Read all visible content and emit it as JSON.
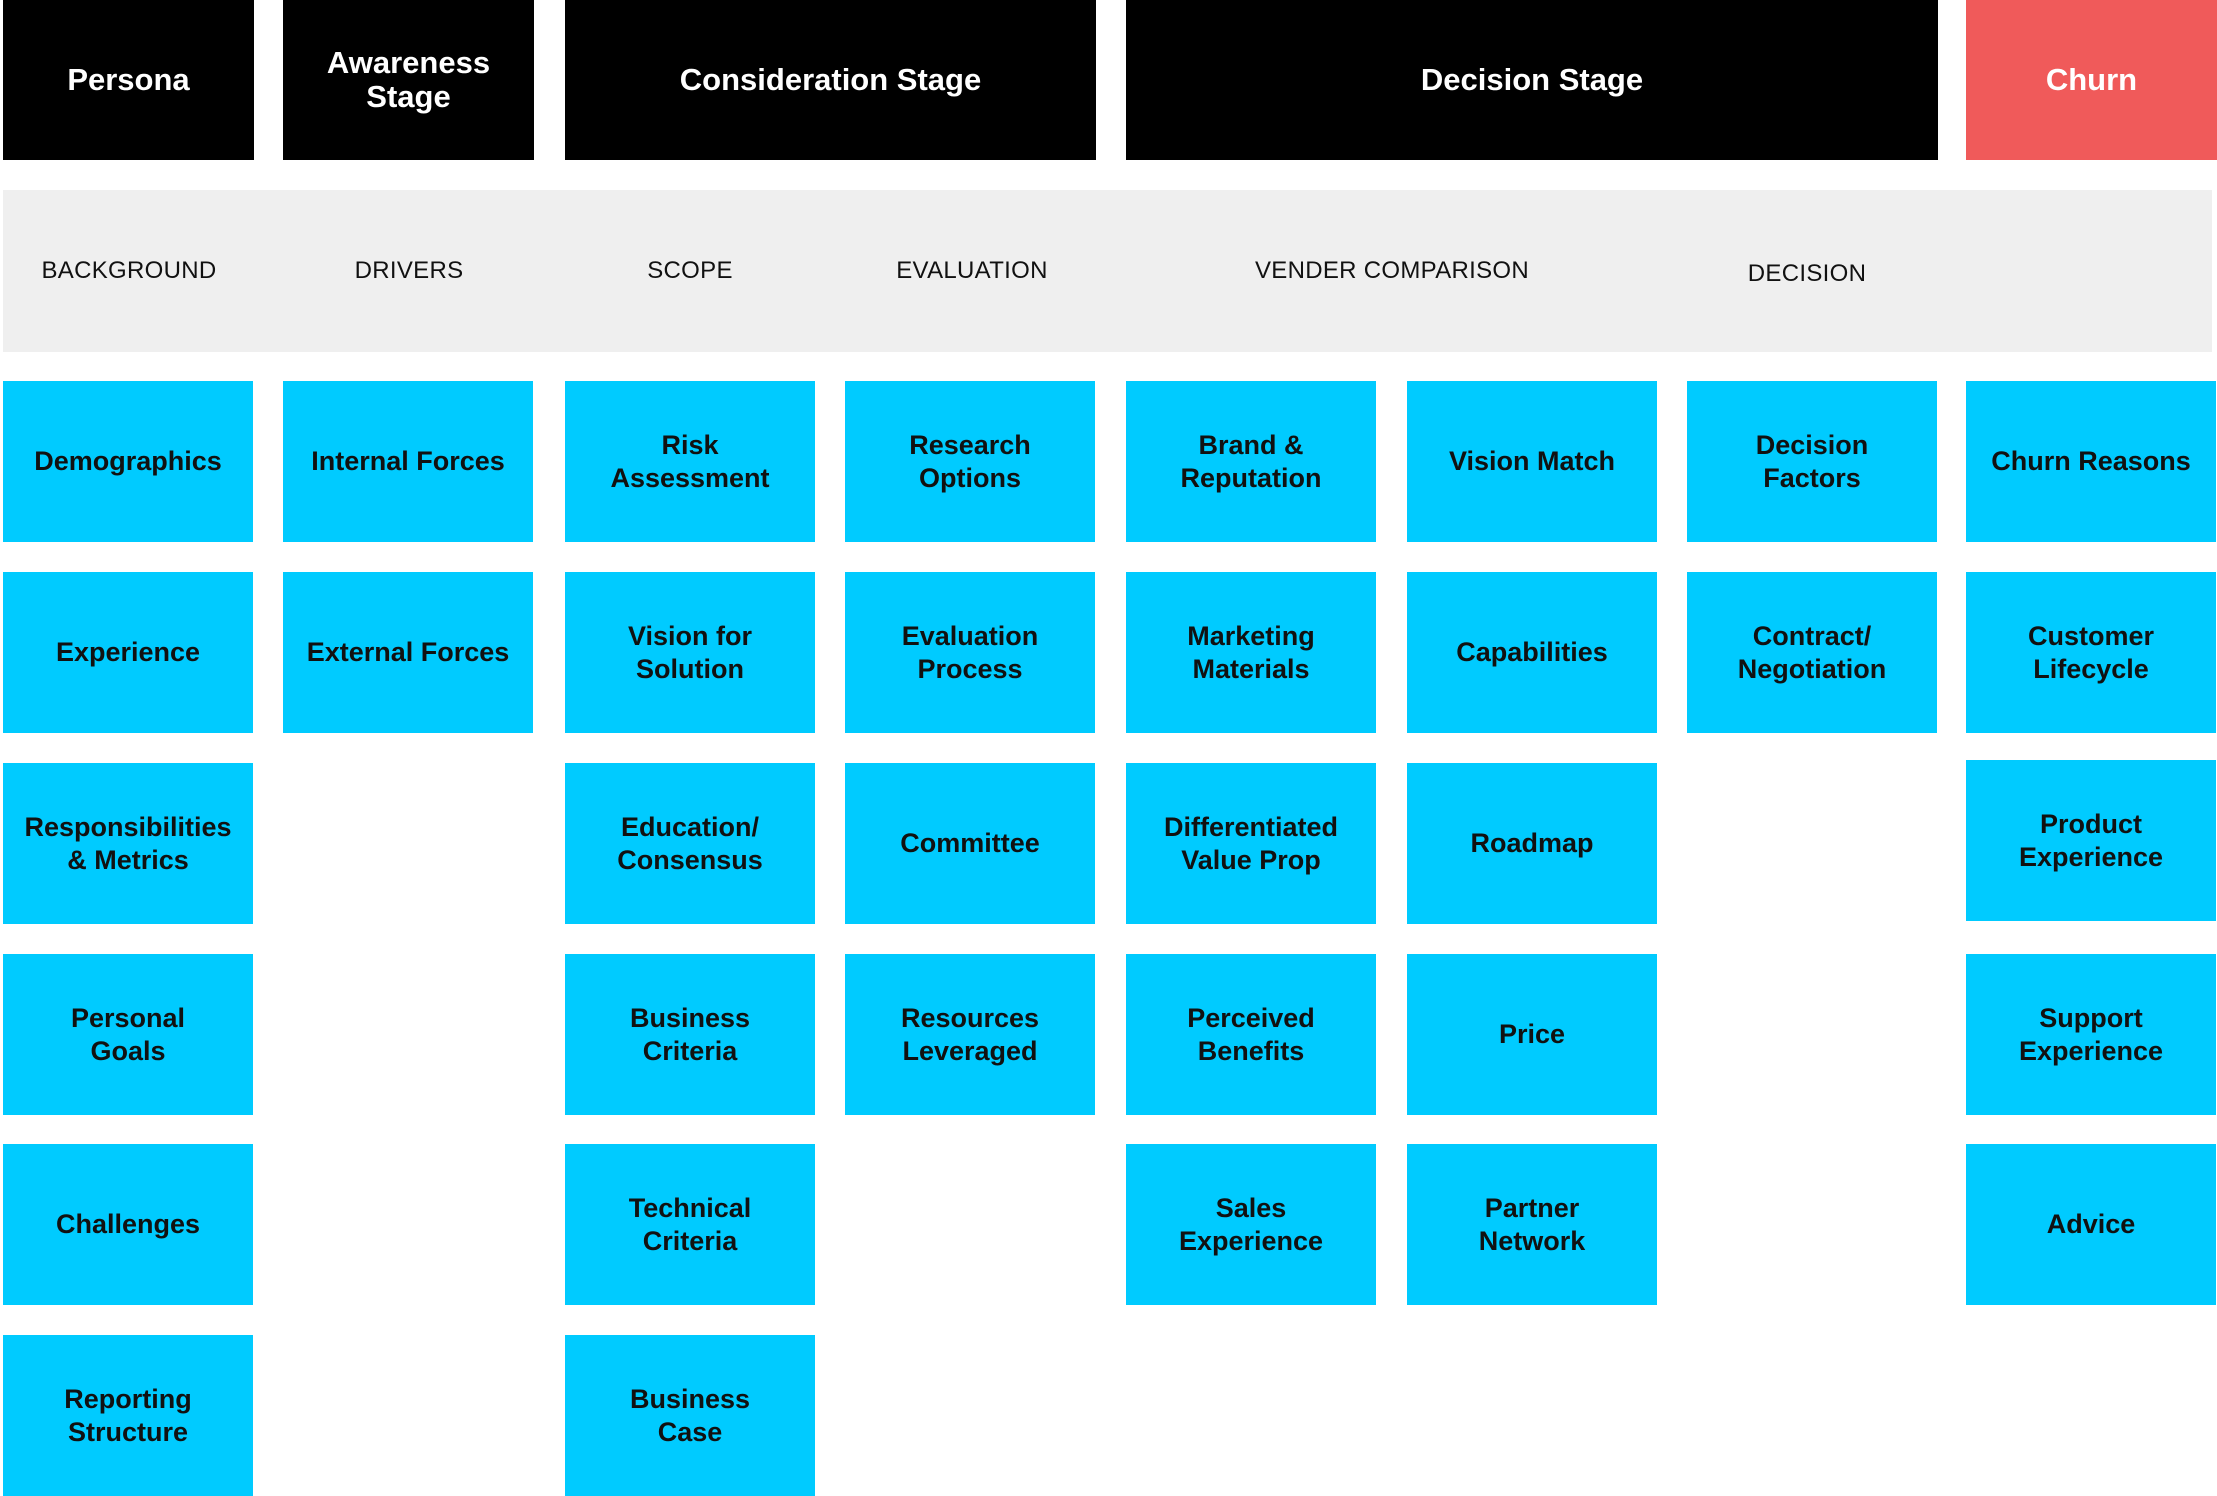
{
  "colors": {
    "stage_header": "#000000",
    "churn_header": "#f05a5a",
    "subheader_band": "#efefef",
    "card": "#00cbff",
    "card_text": "#111111"
  },
  "stages": {
    "persona": "Persona",
    "awareness": "Awareness\nStage",
    "consideration": "Consideration Stage",
    "decision": "Decision Stage",
    "churn": "Churn"
  },
  "subheaders": {
    "background": "BACKGROUND",
    "drivers": "DRIVERS",
    "scope": "SCOPE",
    "evaluation": "EVALUATION",
    "vender_comparison": "VENDER COMPARISON",
    "decision": "DECISION"
  },
  "columns": {
    "background": [
      "Demographics",
      "Experience",
      "Responsibilities\n& Metrics",
      "Personal\nGoals",
      "Challenges",
      "Reporting\nStructure"
    ],
    "drivers": [
      "Internal Forces",
      "External Forces"
    ],
    "scope": [
      "Risk\nAssessment",
      "Vision for\nSolution",
      "Education/\nConsensus",
      "Business\nCriteria",
      "Technical\nCriteria",
      "Business\nCase"
    ],
    "evaluation": [
      "Research\nOptions",
      "Evaluation\nProcess",
      "Committee",
      "Resources\nLeveraged"
    ],
    "vender_comparison_a": [
      "Brand &\nReputation",
      "Marketing\nMaterials",
      "Differentiated\nValue Prop",
      "Perceived\nBenefits",
      "Sales\nExperience"
    ],
    "vender_comparison_b": [
      "Vision Match",
      "Capabilities",
      "Roadmap",
      "Price",
      "Partner\nNetwork"
    ],
    "decision": [
      "Decision\nFactors",
      "Contract/\nNegotiation"
    ],
    "churn": [
      "Churn Reasons",
      "Customer\nLifecycle",
      "Product\nExperience",
      "Support\nExperience",
      "Advice"
    ]
  }
}
